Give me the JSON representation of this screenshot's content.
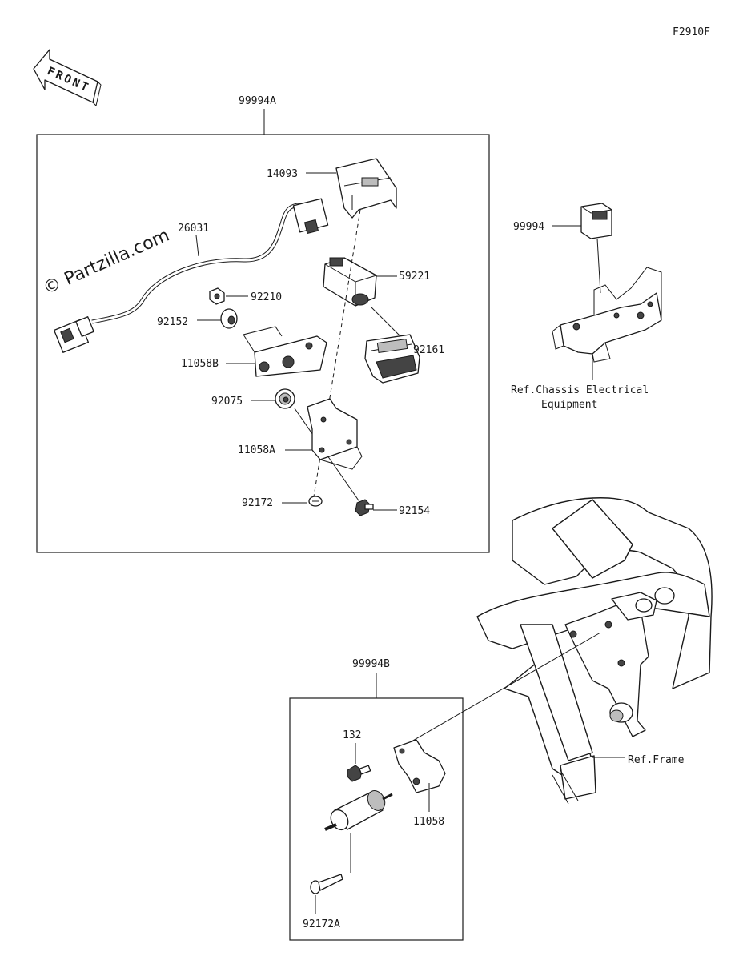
{
  "diagram": {
    "code": "F2910F",
    "front_label": "FRONT",
    "watermark": "© Partzilla.com",
    "groups": {
      "kit_a": "99994A",
      "kit_b": "99994B",
      "kit_c": "99994"
    },
    "parts": {
      "p14093": "14093",
      "p26031": "26031",
      "p59221": "59221",
      "p92210": "92210",
      "p92152": "92152",
      "p11058B": "11058B",
      "p92161": "92161",
      "p92075": "92075",
      "p11058A": "11058A",
      "p92172": "92172",
      "p92154": "92154",
      "p132": "132",
      "p11058": "11058",
      "p92172A": "92172A"
    },
    "refs": {
      "chassis_line1": "Ref.Chassis Electrical",
      "chassis_line2": "Equipment",
      "frame": "Ref.Frame"
    }
  }
}
